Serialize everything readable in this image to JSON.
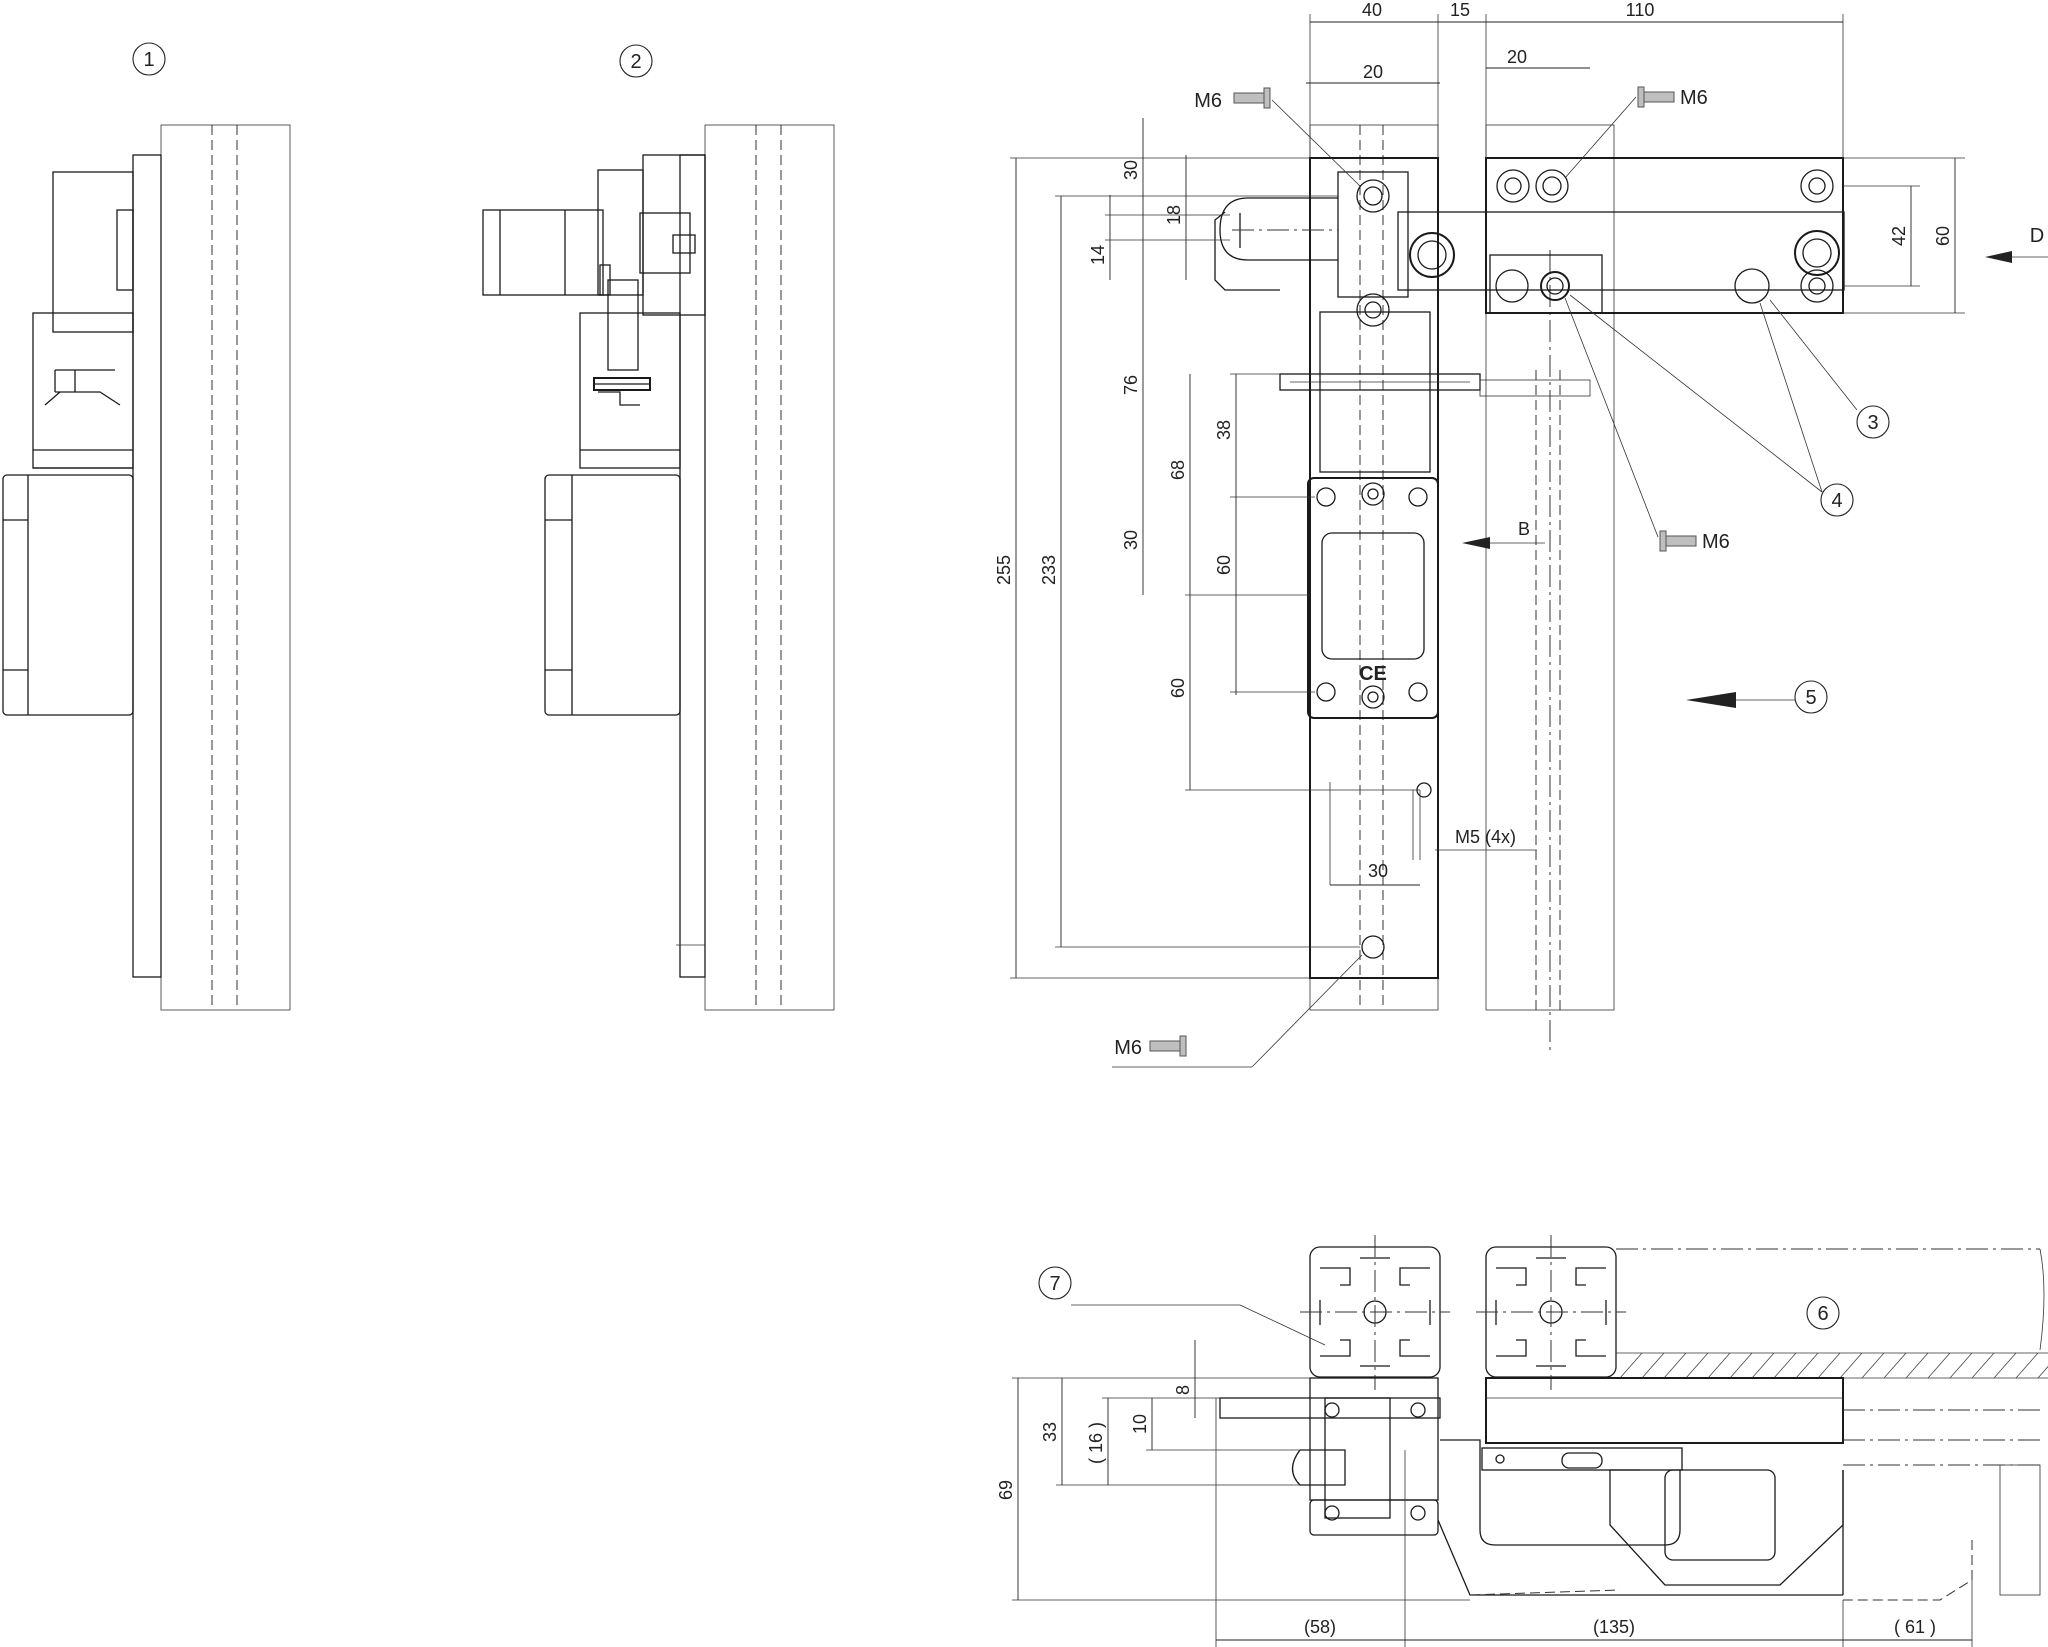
{
  "callouts": {
    "c1": "1",
    "c2": "2",
    "c3": "3",
    "c4": "4",
    "c5": "5",
    "c6": "6",
    "c7": "7"
  },
  "screws": {
    "top_left": "M6",
    "top_right": "M6",
    "mid_right": "M6",
    "bottom_left": "M6"
  },
  "thread_label": "M5 (4x)",
  "view_arrows": {
    "b": "B",
    "d": "D"
  },
  "dimensions": {
    "top": {
      "d40": "40",
      "d15": "15",
      "d110": "110",
      "d20a": "20",
      "d20b": "20"
    },
    "left": {
      "d255": "255",
      "d233": "233",
      "d30a": "30",
      "d18": "18",
      "d14": "14",
      "d76": "76",
      "d38": "38",
      "d68": "68",
      "d30b": "30",
      "d60a": "60",
      "d60b": "60"
    },
    "right": {
      "d42": "42",
      "d60": "60"
    },
    "hole_spacing": "30",
    "bottom_view": {
      "d69": "69",
      "d33": "33",
      "d16": "( 16 )",
      "d10": "10",
      "d8": "8",
      "d58": "(58)",
      "d135": "(135)",
      "d61": "( 61 )"
    }
  },
  "ce_mark": "CE"
}
